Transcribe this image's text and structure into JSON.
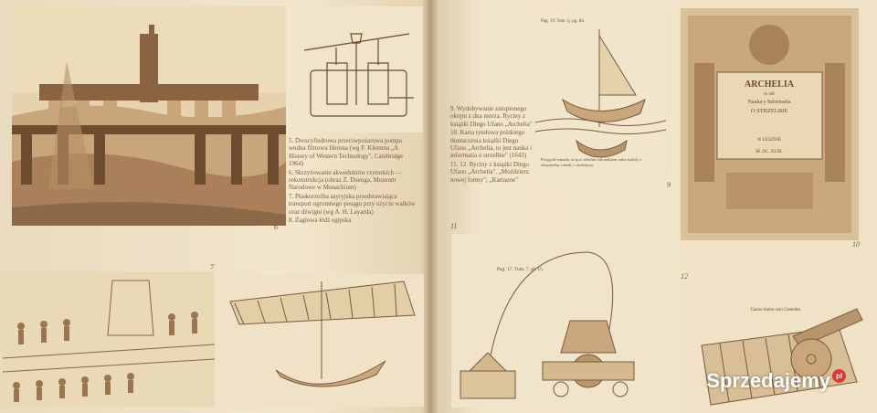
{
  "left_page": {
    "captions": [
      "5. Dwucylindrowa przeciwpożarowa pompa wodna filtrowa Herona (wg F. Klemma „A History of Western Technology\", Cambridge 1964)",
      "6. Skrzyżowanie akweduktów rzymskich — rekonstrukcja (obraz Z. Duenga, Muzeum Narodowe w Monachium)",
      "7. Płaskorzeźba asyryjska przedstawiająca transport ogromnego posągu przy użyciu wałków oraz dźwigni (wg A. H. Layarda)",
      "8. Żaglowa łódź egipska"
    ],
    "plate_numbers": {
      "p6": "6",
      "p7": "7"
    }
  },
  "right_page": {
    "captions": [
      "9. Wydobywanie zatopionego okrętu z dna morza. Ryciny z książki Diego Ufano „Archelia\"",
      "10. Karta tytułowa polskiego tłumaczenia książki Diego Ufano „Archelia, to jest nauka i informatia o strzelbie\" (1643)",
      "11. 12. Ryciny z książki Diego Ufano „Archelia\". „Moździerz nowej formy\"; „Kartaune\""
    ],
    "plate_numbers": {
      "p9": "9",
      "p10": "10",
      "p11": "11",
      "p12": "12"
    },
    "plate9_header": "Pag. 19. Tom. ij. pg. 84. ",
    "plate9_caption": "Przygodi tomadu, ta ię w urkohin fokomtkiem rabia kodoly z okręsnodny ruhadi, i okolobyzy.",
    "title_page": {
      "title": "ARCHELIA",
      "subtitle1": "to ieſt",
      "subtitle2": "Nauka y Informatia",
      "subtitle3": "O STRZELBIE",
      "city": "W LESZNIE",
      "year": "M. DC. XLIII."
    },
    "plate11_header": "Pag. 17. Tom. 7. pl. 15.",
    "plate12_header": "Canon hinter sein Gestelles"
  },
  "watermark": {
    "text": "Sprzedajemy",
    "badge": "pl"
  }
}
